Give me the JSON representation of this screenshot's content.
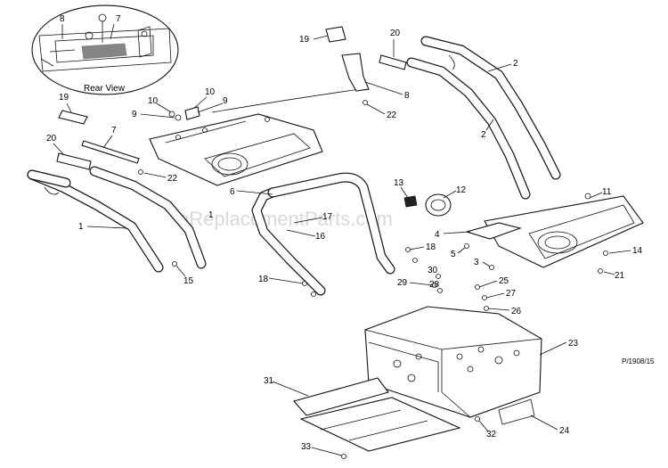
{
  "watermark": "eReplacementParts.com",
  "inset_label": "Rear View",
  "figure_code": "P/1908/15",
  "callouts": {
    "c8a": "8",
    "c7a": "7",
    "c19a": "19",
    "c10a": "10",
    "c10b": "10",
    "c9a": "9",
    "c9b": "9",
    "c7b": "7",
    "c20a": "20",
    "c22a": "22",
    "c1": "1",
    "c6": "6",
    "c15": "15",
    "c19b": "19",
    "c20b": "20",
    "c2a": "2",
    "c2b": "2",
    "c8b": "8",
    "c22b": "22",
    "c11": "11",
    "c12": "12",
    "c13": "13",
    "c4": "4",
    "c17": "17",
    "c16": "16",
    "c1b": "1",
    "c5": "5",
    "c18a": "18",
    "c18b": "18",
    "c3": "3",
    "c14": "14",
    "c21": "21",
    "c30": "30",
    "c29": "29",
    "c28": "28",
    "c25": "25",
    "c27": "27",
    "c26": "26",
    "c23": "23",
    "c31": "31",
    "c32": "32",
    "c24": "24",
    "c33": "33"
  }
}
